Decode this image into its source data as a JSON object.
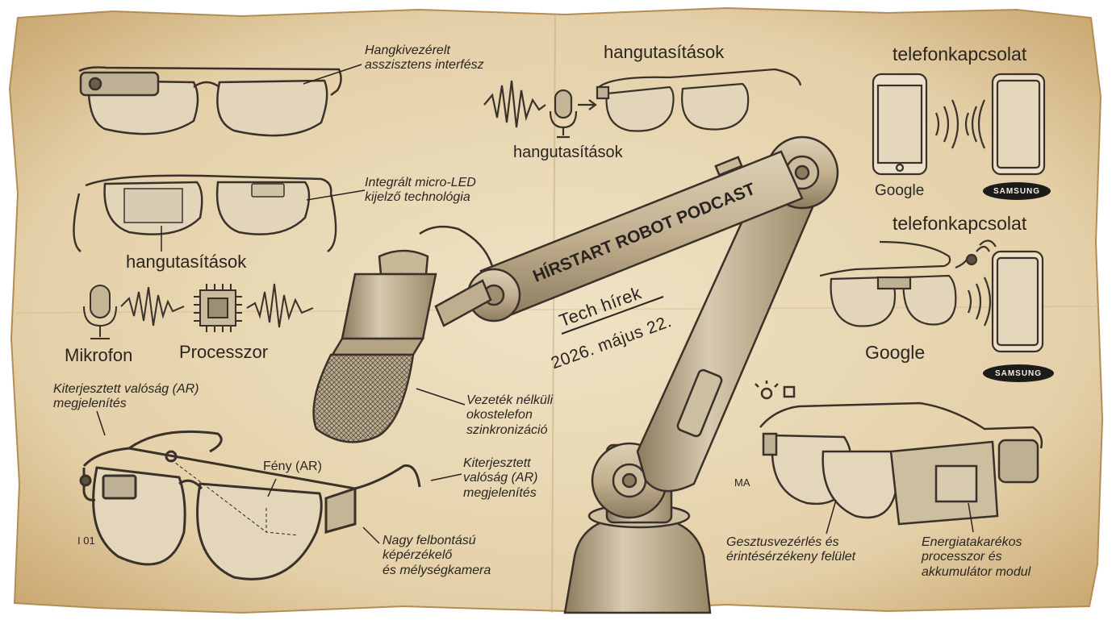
{
  "podcast": {
    "title": "HÍRSTART ROBOT PODCAST",
    "subtitle": "Tech hírek",
    "date": "2026. május 22."
  },
  "labels": {
    "voice_assistant": [
      "Hangkivezérelt",
      "asszisztens interfész"
    ],
    "voice_commands_top": "hangutasítások",
    "voice_commands_mic": "hangutasítások",
    "voice_commands_left": "hangutasítások",
    "phone_link_top": "telefonkapcsolat",
    "phone_link_mid": "telefonkapcsolat",
    "microled": [
      "Integrált micro-LED",
      "kijelző technológia"
    ],
    "microphone": "Mikrofon",
    "processor": "Processzor",
    "ar_display_left": [
      "Kiterjesztett valóság (AR)",
      "megjelenítés"
    ],
    "light_ar": "Fény (AR)",
    "ar_display_mid": [
      "Kiterjesztett",
      "valóság (AR)",
      "megjelenítés"
    ],
    "wireless_sync": [
      "Vezeték nélküli",
      "okostelefon",
      "szinkronizáció"
    ],
    "camera": [
      "Nagy felbontású",
      "képérzékelő",
      "és mélységkamera"
    ],
    "gesture": [
      "Gesztusvezérlés és",
      "érintésérzékeny felület"
    ],
    "battery": [
      "Energiatakarékos",
      "processzor és",
      "akkumulátor modul"
    ],
    "ma_mark": "MA",
    "io_mark": "I 01"
  },
  "brands": {
    "google_top": "Google",
    "samsung_top": "SAMSUNG",
    "google_mid": "Google",
    "samsung_mid": "SAMSUNG"
  },
  "colors": {
    "paper": "#e9d9b8",
    "paper_edge": "#c9a771",
    "ink": "#2b2520"
  }
}
